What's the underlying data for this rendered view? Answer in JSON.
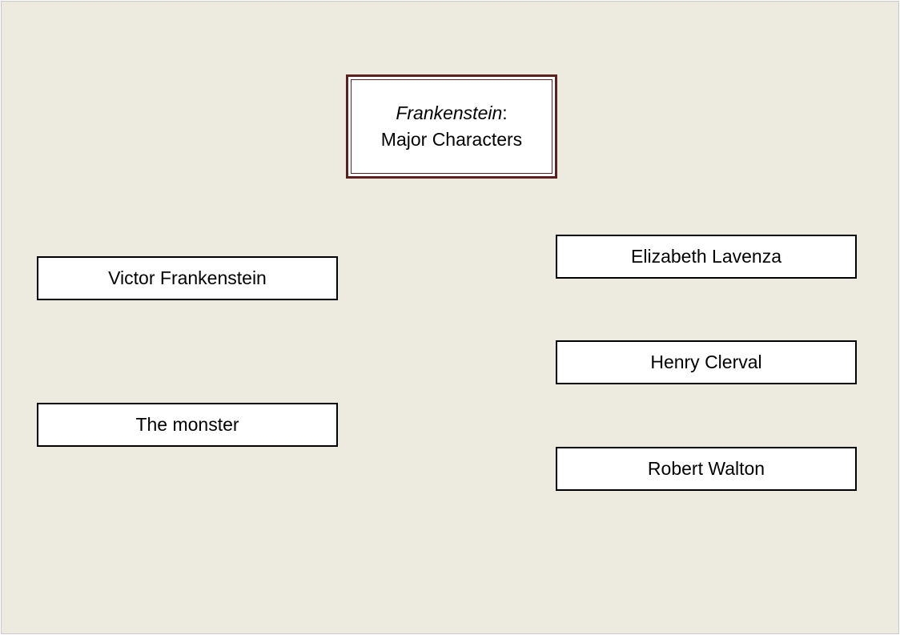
{
  "title": {
    "italic": "Frankenstein",
    "colon": ":",
    "subtitle": "Major Characters"
  },
  "characters": {
    "left": [
      "Victor Frankenstein",
      "The monster"
    ],
    "right": [
      "Elizabeth Lavenza",
      "Henry Clerval",
      "Robert Walton"
    ]
  },
  "colors": {
    "background": "#edebe0",
    "title_border": "#5a1f1f",
    "box_border": "#000000"
  }
}
